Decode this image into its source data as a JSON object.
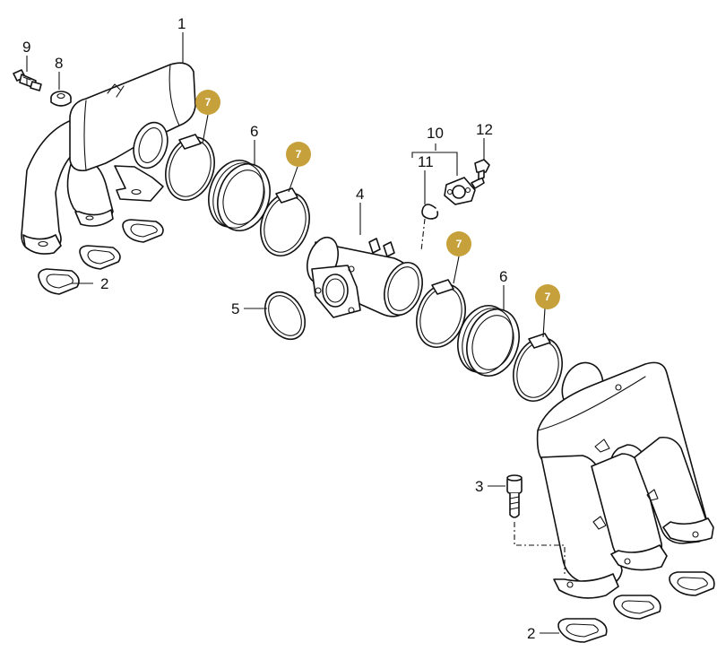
{
  "diagram": {
    "callouts": {
      "c1": "1",
      "c2a": "2",
      "c2b": "2",
      "c3": "3",
      "c4": "4",
      "c5": "5",
      "c6a": "6",
      "c6b": "6",
      "c8": "8",
      "c9": "9",
      "c10": "10",
      "c11": "11",
      "c12": "12"
    },
    "badges": {
      "b7a": "7",
      "b7b": "7",
      "b7c": "7",
      "b7d": "7"
    },
    "colors": {
      "badge": "#c6a13b",
      "line": "#111111"
    }
  }
}
